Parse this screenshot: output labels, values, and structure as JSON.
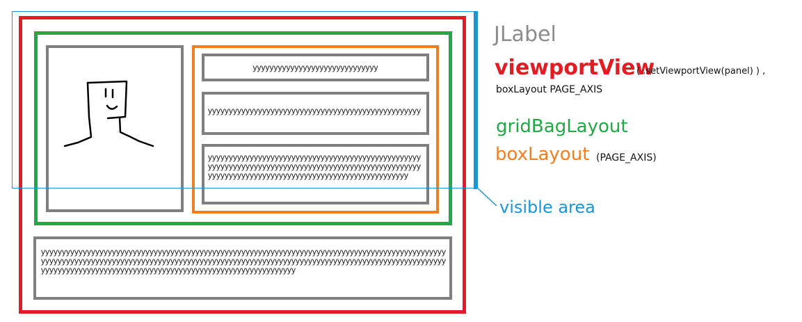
{
  "colors": {
    "viewportView": "#e31b23",
    "gridBagLayout": "#22a846",
    "boxLayout": "#f07f24",
    "component": "#7f7f7f",
    "visibleArea": "#1a96d4",
    "jlabel": "#8c8c8c"
  },
  "labels": {
    "jlabel": "JLabel",
    "viewportView": "viewportView",
    "viewportView_note": "( .setViewportView(panel) ) ,",
    "boxLayout_note1": "boxLayout PAGE_AXIS",
    "gridBagLayout": "gridBagLayout",
    "boxLayout": "boxLayout",
    "boxLayout_note2": "(PAGE_AXIS)",
    "visible_area": "visible area"
  },
  "text_fields": {
    "field1": "yyyyyyyyyyyyyyyyyyyyyyyyyyyyyy",
    "field2": "yyyyyyyyyyyyyyyyyyyyyyyyyyyyyyyyyyyyyyyyyyyyyyyyyyy",
    "field3": "yyyyyyyyyyyyyyyyyyyyyyyyyyyyyyyyyyyyyyyyyyyyyyyyyyyyyyyyyyyyyyyyyyyyyyyyyyyyyyyyyyyyyyyyyyyyyyyyyyyyyyyyyyyyyyyyyyyyyyyyyyyyyyyyyyyyyyyyyyyyyyyyyyyyyy",
    "field_bottom": "yyyyyyyyyyyyyyyyyyyyyyyyyyyyyyyyyyyyyyyyyyyyyyyyyyyyyyyyyyyyyyyyyyyyyyyyyyyyyyyyyyyyyyyyyyyyyyyyyyyyyyyyyyyyyyyyyyyyyyyyyyyyyyyyyyyyyyyyyyyyyyyyyyyyyyyyyyyyyyyyyyyyyyyyyyyyyyyyyyyyyyyyyyyyyyyyyyyyyyyyyyyyyyyyyyyyyyyyyyyyyyyyyyyyyyyyyyyyyyyyyyyyyyyyyyyyyyy"
  },
  "portrait": {
    "icon": "face-sketch-icon"
  }
}
